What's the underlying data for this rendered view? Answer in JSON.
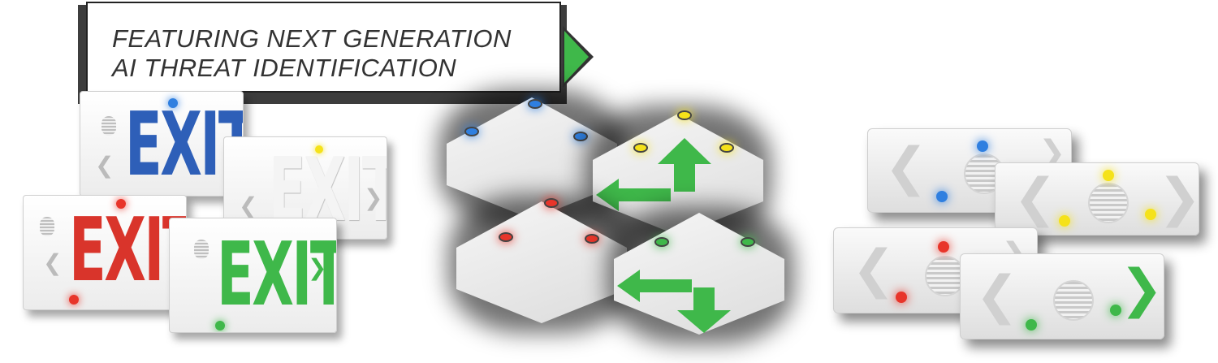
{
  "callout": {
    "line1": "FEATURING NEXT GENERATION",
    "line2": "AI THREAT IDENTIFICATION"
  },
  "exit_signs": [
    {
      "text": "EXIT",
      "color": "#2e5fb8"
    },
    {
      "text": "EXIT",
      "color": "#f2f2f2"
    },
    {
      "text": "EXIT",
      "color": "#d9342b"
    },
    {
      "text": "EXIT",
      "color": "#3fb84a"
    }
  ],
  "colors": {
    "blue": "#2f7fe0",
    "yellow": "#f5e21a",
    "red": "#e8352a",
    "green": "#3fb84a"
  },
  "icons": [
    "chevron-left-icon",
    "chevron-right-icon",
    "arrow-up-icon",
    "arrow-left-icon",
    "arrow-down-icon",
    "speaker-grille-icon"
  ]
}
